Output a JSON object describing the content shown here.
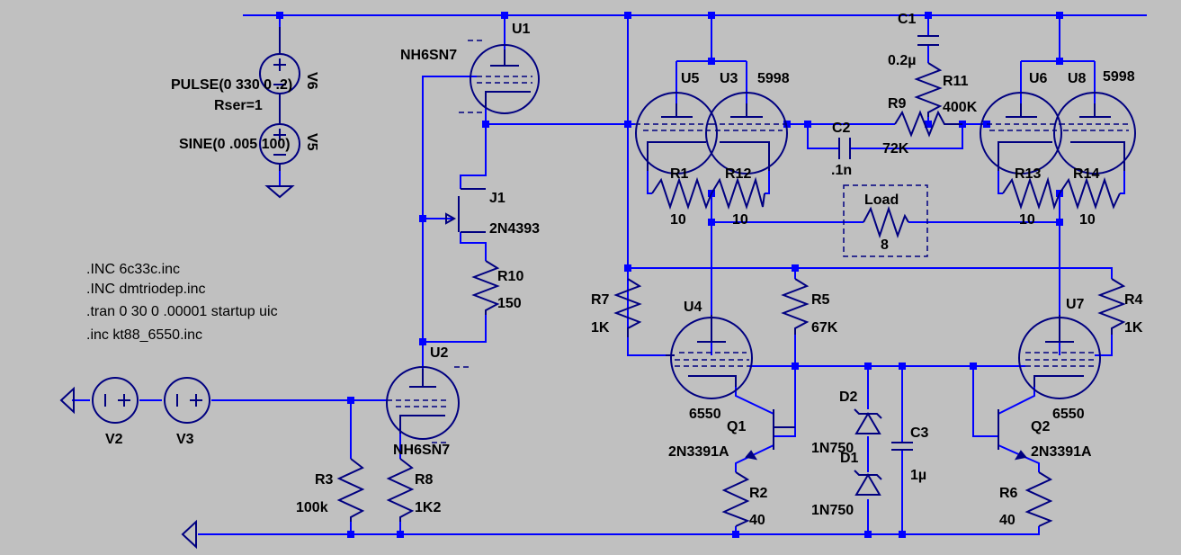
{
  "labels": {
    "u1": "U1",
    "u1_model": "NH6SN7",
    "u2": "U2",
    "u2_model": "NH6SN7",
    "u3": "U3",
    "u5": "U5",
    "u35_model": "5998",
    "u6": "U6",
    "u8": "U8",
    "u68_model": "5998",
    "u4": "U4",
    "u4_model": "6550",
    "u7": "U7",
    "u7_model": "6550",
    "j1": "J1",
    "j1_model": "2N4393",
    "q1": "Q1",
    "q1_model": "2N3391A",
    "q2": "Q2",
    "q2_model": "2N3391A",
    "d1": "D1",
    "d1_model": "1N750",
    "d2": "D2",
    "d2_model": "1N750",
    "c1": "C1",
    "c1_val": "0.2µ",
    "c2": "C2",
    "c2_val": ".1n",
    "c3": "C3",
    "c3_val": "1µ",
    "r1": "R1",
    "r1_val": "10",
    "r12": "R12",
    "r12_val": "10",
    "r13": "R13",
    "r13_val": "10",
    "r14": "R14",
    "r14_val": "10",
    "r9": "R9",
    "r9_val": "72K",
    "r11": "R11",
    "r11_val": "400K",
    "r10": "R10",
    "r10_val": "150",
    "r7": "R7",
    "r7_val": "1K",
    "r5": "R5",
    "r5_val": "67K",
    "r4": "R4",
    "r4_val": "1K",
    "r3": "R3",
    "r3_val": "100k",
    "r8": "R8",
    "r8_val": "1K2",
    "r2": "R2",
    "r2_val": "40",
    "r6": "R6",
    "r6_val": "40",
    "load": "Load",
    "load_val": "8",
    "v2": "V2",
    "v3": "V3",
    "v5": "V5",
    "v6": "V6",
    "pulse": "PULSE(0 330 0 .2)",
    "rser": "Rser=1",
    "sine": "SINE(0 .005 100)"
  },
  "directives": [
    ".INC 6c33c.inc",
    ".INC dmtriodep.inc",
    ".tran 0 30 0 .00001 startup uic",
    ".inc kt88_6550.inc"
  ],
  "colors": {
    "background": "#c0c0c0",
    "wire": "#0000ff",
    "symbol": "#000080",
    "text": "#000000"
  }
}
